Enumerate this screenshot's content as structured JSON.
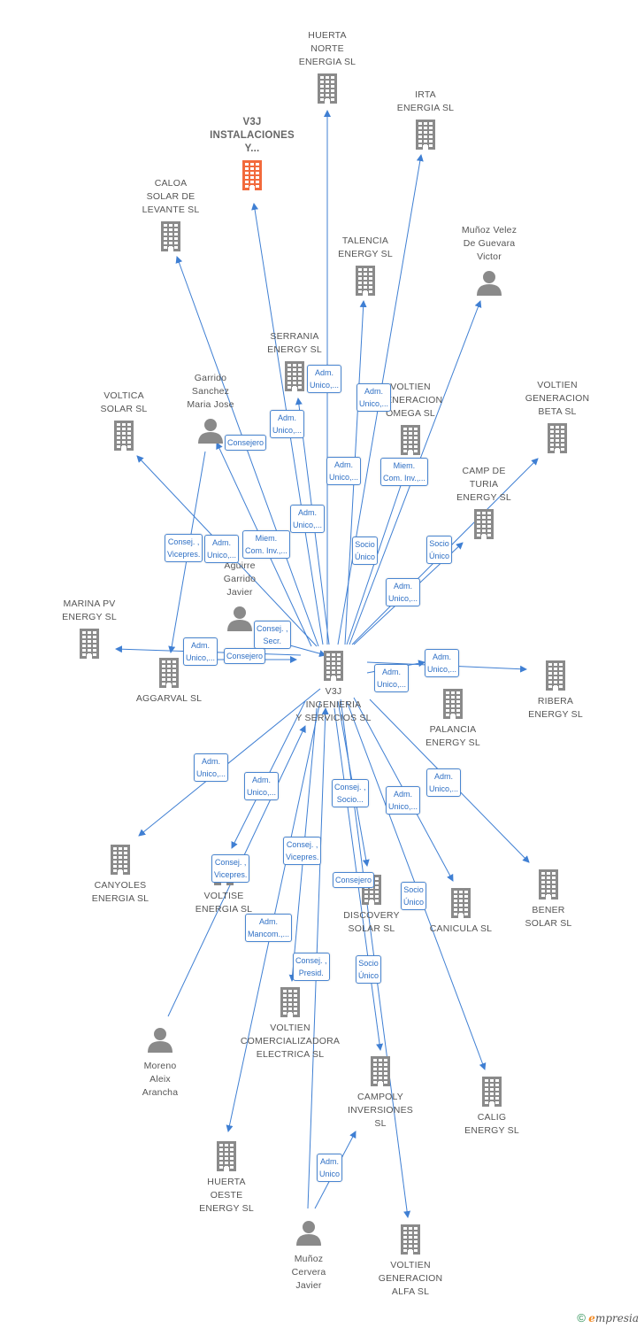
{
  "colors": {
    "edge": "#3f7fd3",
    "company": "#8a8a8a",
    "focus": "#f26a3c",
    "person": "#8a8a8a"
  },
  "nodes": [
    {
      "id": "v3j-ingenieria",
      "type": "company",
      "label": "V3J\nINGENIERIA\nY SERVICIOS SL"
    },
    {
      "id": "v3j-instalaciones",
      "type": "focus",
      "label": "V3J\nINSTALACIONES\nY..."
    },
    {
      "id": "huerta-norte",
      "type": "company",
      "label": "HUERTA\nNORTE\nENERGIA SL"
    },
    {
      "id": "irta",
      "type": "company",
      "label": "IRTA\nENERGIA SL"
    },
    {
      "id": "caloa",
      "type": "company",
      "label": "CALOA\nSOLAR DE\nLEVANTE SL"
    },
    {
      "id": "talencia",
      "type": "company",
      "label": "TALENCIA\nENERGY SL"
    },
    {
      "id": "munoz-velez",
      "type": "person",
      "label": "Muñoz Velez\nDe Guevara\nVictor"
    },
    {
      "id": "serrania",
      "type": "company",
      "label": "SERRANIA\nENERGY SL"
    },
    {
      "id": "garrido-sanchez",
      "type": "person",
      "label": "Garrido\nSanchez\nMaria Jose"
    },
    {
      "id": "voltica",
      "type": "company",
      "label": "VOLTICA\nSOLAR SL"
    },
    {
      "id": "voltien-omega",
      "type": "company",
      "label": "VOLTIEN\nGENERACION\nOMEGA SL"
    },
    {
      "id": "voltien-beta",
      "type": "company",
      "label": "VOLTIEN\nGENERACION\nBETA SL"
    },
    {
      "id": "camp-turia",
      "type": "company",
      "label": "CAMP DE\nTURIA\nENERGY SL"
    },
    {
      "id": "aguirre-garrido",
      "type": "person",
      "label": "Aguirre\nGarrido\nJavier"
    },
    {
      "id": "marina-pv",
      "type": "company",
      "label": "MARINA PV\nENERGY SL"
    },
    {
      "id": "aggarval",
      "type": "company",
      "label": "AGGARVAL SL"
    },
    {
      "id": "ribera",
      "type": "company",
      "label": "RIBERA\nENERGY SL"
    },
    {
      "id": "palancia",
      "type": "company",
      "label": "PALANCIA\nENERGY SL"
    },
    {
      "id": "canyoles",
      "type": "company",
      "label": "CANYOLES\nENERGIA SL"
    },
    {
      "id": "voltise",
      "type": "company",
      "label": "VOLTISE\nENERGIA SL"
    },
    {
      "id": "discovery",
      "type": "company",
      "label": "DISCOVERY\nSOLAR SL"
    },
    {
      "id": "canicula",
      "type": "company",
      "label": "CANICULA SL"
    },
    {
      "id": "bener",
      "type": "company",
      "label": "BENER\nSOLAR SL"
    },
    {
      "id": "moreno-aleix",
      "type": "person",
      "label": "Moreno\nAleix\nArancha"
    },
    {
      "id": "voltien-comercializadora",
      "type": "company",
      "label": "VOLTIEN\nCOMERCIALIZADORA\nELECTRICA SL"
    },
    {
      "id": "campoly",
      "type": "company",
      "label": "CAMPOLY\nINVERSIONES\nSL"
    },
    {
      "id": "calig",
      "type": "company",
      "label": "CALIG\nENERGY SL"
    },
    {
      "id": "huerta-oeste",
      "type": "company",
      "label": "HUERTA\nOESTE\nENERGY SL"
    },
    {
      "id": "munoz-cervera",
      "type": "person",
      "label": "Muñoz\nCervera\nJavier"
    },
    {
      "id": "voltien-alfa",
      "type": "company",
      "label": "VOLTIEN\nGENERACION\nALFA SL"
    }
  ],
  "edge_labels": [
    {
      "id": "serrania-1",
      "text": "Adm.\nUnico,..."
    },
    {
      "id": "serrania-2",
      "text": "Adm.\nUnico,..."
    },
    {
      "id": "garrido-consejero",
      "text": "Consejero"
    },
    {
      "id": "omega-1",
      "text": "Adm.\nUnico,..."
    },
    {
      "id": "munoz-velez-miem",
      "text": "Miem.\nCom. Inv.,..."
    },
    {
      "id": "talencia",
      "text": "Adm.\nUnico,..."
    },
    {
      "id": "voltica",
      "text": "Adm.\nUnico,..."
    },
    {
      "id": "consej-vicepres-1",
      "text": "Consej. ,\nVicepres."
    },
    {
      "id": "aggarval-adm",
      "text": "Adm.\nUnico,..."
    },
    {
      "id": "aguirre-miem",
      "text": "Miem.\nCom. Inv.,..."
    },
    {
      "id": "camp-turia",
      "text": "Socio\nÚnico"
    },
    {
      "id": "beta",
      "text": "Socio\nÚnico"
    },
    {
      "id": "camp-adm",
      "text": "Adm.\nUnico,..."
    },
    {
      "id": "aguirre-consej-secr",
      "text": "Consej. ,\nSecr."
    },
    {
      "id": "marina-adm",
      "text": "Adm.\nUnico,..."
    },
    {
      "id": "aguirre-consejero",
      "text": "Consejero"
    },
    {
      "id": "ribera-adm",
      "text": "Adm.\nUnico,..."
    },
    {
      "id": "palancia-adm",
      "text": "Adm.\nUnico,..."
    },
    {
      "id": "canyoles-adm",
      "text": "Adm.\nUnico,..."
    },
    {
      "id": "voltise-adm",
      "text": "Adm.\nUnico,..."
    },
    {
      "id": "discovery-consej",
      "text": "Consej. ,\nSocio..."
    },
    {
      "id": "canicula-adm",
      "text": "Adm.\nUnico,..."
    },
    {
      "id": "bener-adm",
      "text": "Adm.\nUnico,..."
    },
    {
      "id": "moreno-consej",
      "text": "Consej. ,\nVicepres."
    },
    {
      "id": "cervera-consej-vicepres",
      "text": "Consej. ,\nVicepres."
    },
    {
      "id": "cervera-consejero",
      "text": "Consejero"
    },
    {
      "id": "calig-socio",
      "text": "Socio\nÚnico"
    },
    {
      "id": "oeste-mancom",
      "text": "Adm.\nMancom.,..."
    },
    {
      "id": "comercializadora-presid",
      "text": "Consej. ,\nPresid."
    },
    {
      "id": "alfa-socio",
      "text": "Socio\nÚnico"
    },
    {
      "id": "campoly-adm",
      "text": "Adm.\nUnico"
    }
  ],
  "copyright": {
    "symbol": "©",
    "brand_initial": "e",
    "brand_rest": "mpresia"
  }
}
